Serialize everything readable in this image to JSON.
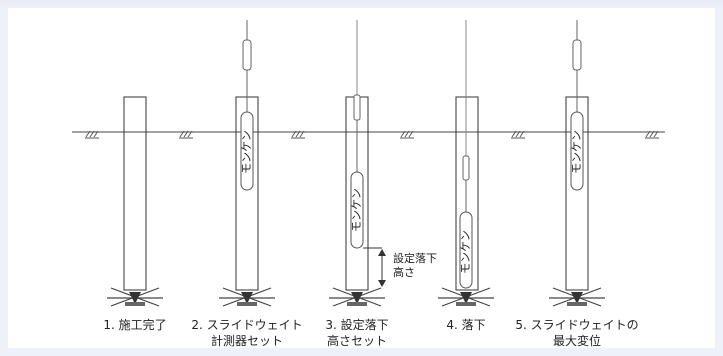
{
  "stages": [
    {
      "caption_line1": "1. 施工完了",
      "caption_line2": "",
      "probe_label": ""
    },
    {
      "caption_line1": "2. スライドウェイト",
      "caption_line2": "計測器セット",
      "probe_label": "モンケン"
    },
    {
      "caption_line1": "3. 設定落下",
      "caption_line2": "高さセット",
      "probe_label": "モンケン"
    },
    {
      "caption_line1": "4. 落下",
      "caption_line2": "",
      "probe_label": "モンケン"
    },
    {
      "caption_line1": "5. スライドウェイトの",
      "caption_line2": "最大変位",
      "probe_label": "モンケン"
    }
  ],
  "annotation": {
    "line1": "設定落下",
    "line2": "高さ"
  },
  "colors": {
    "line": "#555555",
    "probe_fill": "#ffffff",
    "background": "#eef1f8",
    "panel": "#ffffff"
  }
}
